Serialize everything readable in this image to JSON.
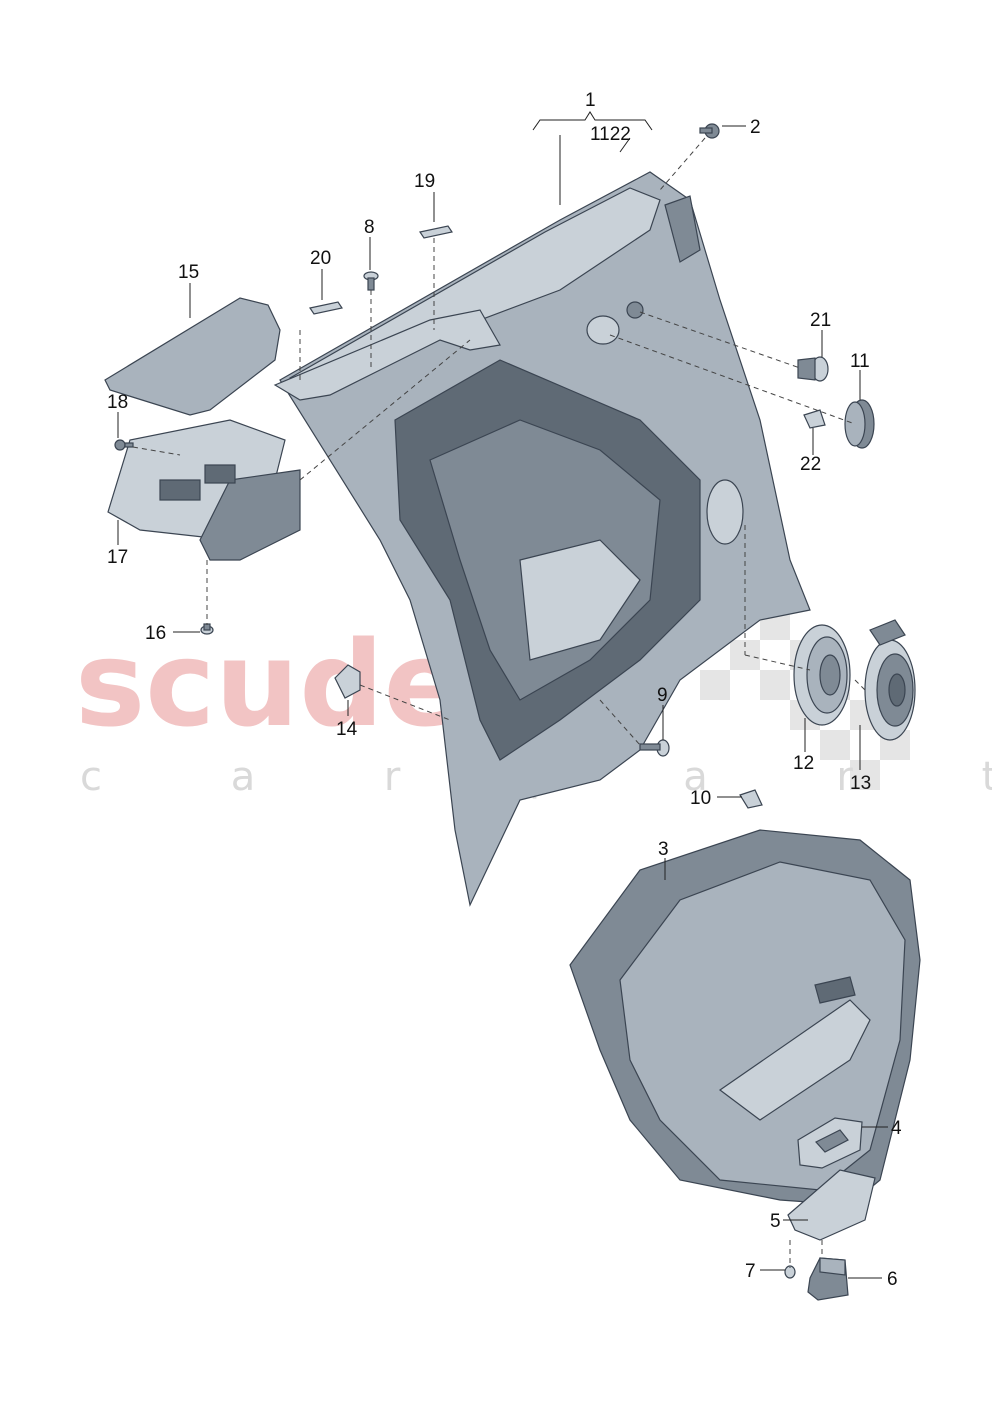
{
  "watermark": {
    "brand": "scuderia",
    "tagline": "c a r  p a r t s"
  },
  "callouts": [
    {
      "id": "c1",
      "label": "1"
    },
    {
      "id": "c1122",
      "label": "1122"
    },
    {
      "id": "c2",
      "label": "2"
    },
    {
      "id": "c3",
      "label": "3"
    },
    {
      "id": "c4",
      "label": "4"
    },
    {
      "id": "c5",
      "label": "5"
    },
    {
      "id": "c6",
      "label": "6"
    },
    {
      "id": "c7",
      "label": "7"
    },
    {
      "id": "c8",
      "label": "8"
    },
    {
      "id": "c9",
      "label": "9"
    },
    {
      "id": "c10",
      "label": "10"
    },
    {
      "id": "c11",
      "label": "11"
    },
    {
      "id": "c12",
      "label": "12"
    },
    {
      "id": "c13",
      "label": "13"
    },
    {
      "id": "c14",
      "label": "14"
    },
    {
      "id": "c15",
      "label": "15"
    },
    {
      "id": "c16",
      "label": "16"
    },
    {
      "id": "c17",
      "label": "17"
    },
    {
      "id": "c18",
      "label": "18"
    },
    {
      "id": "c19",
      "label": "19"
    },
    {
      "id": "c20",
      "label": "20"
    },
    {
      "id": "c21",
      "label": "21"
    },
    {
      "id": "c22",
      "label": "22"
    }
  ]
}
